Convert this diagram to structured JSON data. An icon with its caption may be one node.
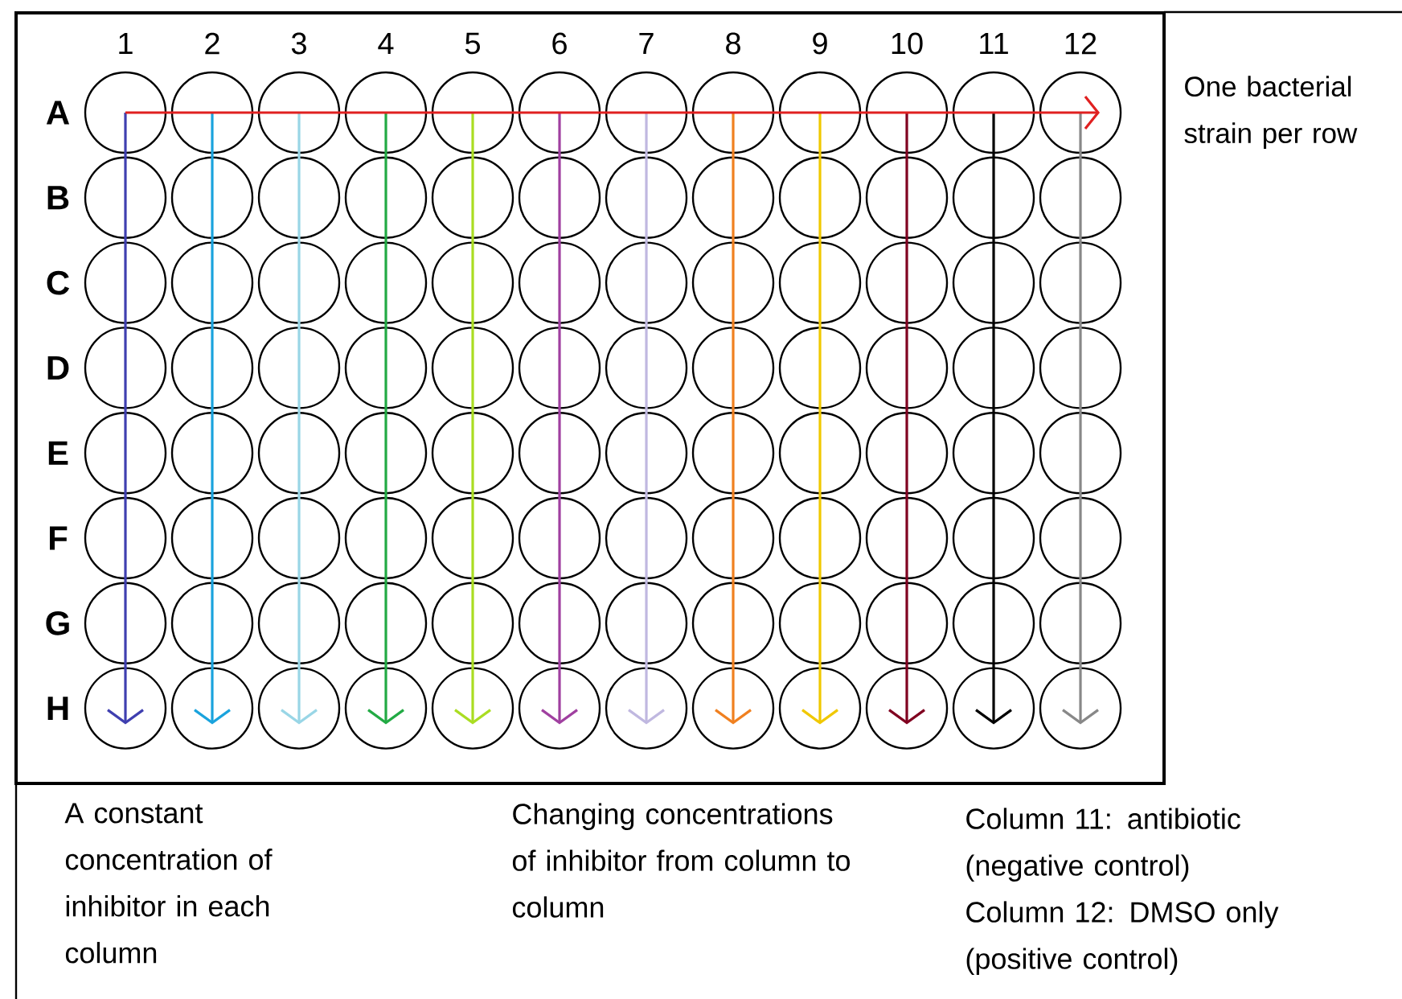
{
  "diagram": {
    "labels": [
      "1",
      "2",
      "3",
      "4",
      "5",
      "6",
      "7",
      "8",
      "9",
      "10",
      "11",
      "12",
      "A",
      "B",
      "C",
      "D",
      "E",
      "F",
      "G",
      "H",
      "One bacterial strain per row",
      "A constant concentration of inhibitor in each column",
      "Changing concentrations of inhibitor from column to column",
      "Column 11: antibiotic (negative control)",
      "Column 12: DMSO only (positive control)"
    ]
  }
}
